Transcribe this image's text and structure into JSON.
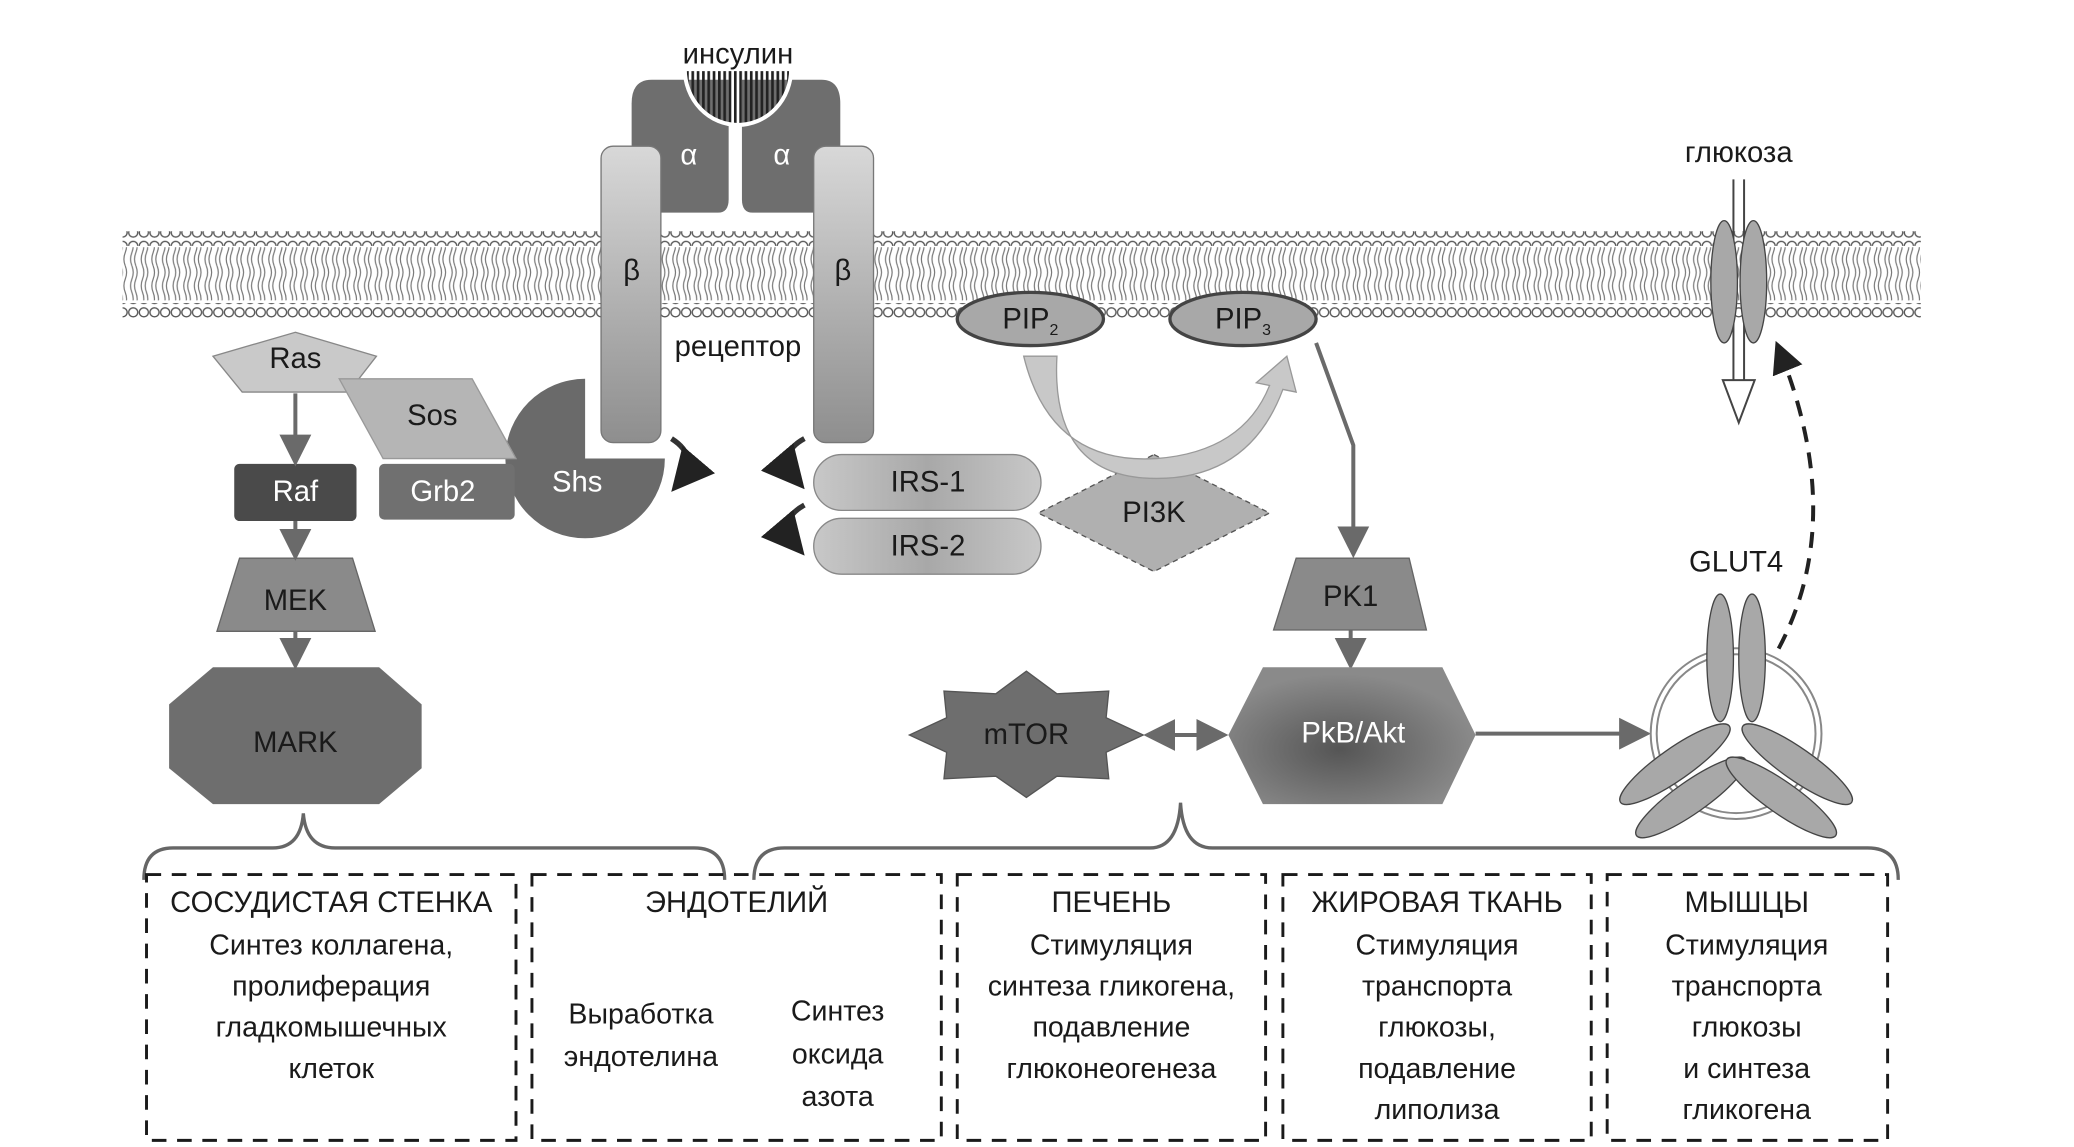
{
  "labels": {
    "insulin": "инсулин",
    "alpha": "α",
    "beta": "β",
    "receptor": "рецептор",
    "glucose": "глюкоза",
    "ras": "Ras",
    "sos": "Sos",
    "raf": "Raf",
    "grb2": "Grb2",
    "shs": "Shs",
    "mek": "MEK",
    "mark": "MARK",
    "irs1": "IRS-1",
    "irs2": "IRS-2",
    "pi3k": "PI3K",
    "pip2": "PIP",
    "pip2_sub": "2",
    "pip3": "PIP",
    "pip3_sub": "3",
    "pk1": "PK1",
    "pkb": "PkB/Akt",
    "mtor": "mTOR",
    "glut4": "GLUT4"
  },
  "boxes": [
    {
      "title": "СОСУДИСТАЯ СТЕНКА",
      "lines": [
        "Синтез коллагена,",
        "пролиферация",
        "гладкомышечных",
        "клеток"
      ]
    },
    {
      "title": "ЭНДОТЕЛИЙ",
      "left": [
        "Выработка",
        "эндотелина"
      ],
      "right": [
        "Синтез",
        "оксида",
        "азота"
      ]
    },
    {
      "title": "ПЕЧЕНЬ",
      "lines": [
        "Стимуляция",
        "синтеза гликогена,",
        "подавление",
        "глюконеогенеза"
      ]
    },
    {
      "title": "ЖИРОВАЯ ТКАНЬ",
      "lines": [
        "Стимуляция",
        "транспорта",
        "глюкозы,",
        "подавление",
        "липолиза"
      ]
    },
    {
      "title": "МЫШЦЫ",
      "lines": [
        "Стимуляция",
        "транспорта",
        "глюкозы",
        "и синтеза",
        "гликогена"
      ]
    }
  ],
  "colors": {
    "dark": "#4a4a4a",
    "mid": "#7a7a7a",
    "light": "#c4c4c4"
  }
}
